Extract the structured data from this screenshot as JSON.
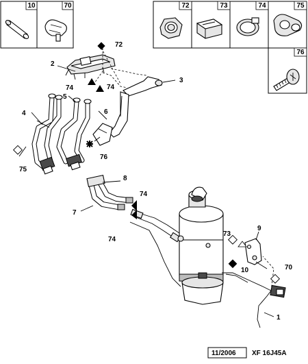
{
  "inset_boxes": {
    "left": [
      {
        "ref": "10",
        "icon": "sleeve-icon"
      },
      {
        "ref": "70",
        "icon": "clip-icon"
      }
    ],
    "right": [
      {
        "ref": "72",
        "icon": "nut-icon"
      },
      {
        "ref": "73",
        "icon": "block-icon"
      },
      {
        "ref": "74",
        "icon": "clamp-ring-icon"
      },
      {
        "ref": "75",
        "icon": "pipe-clip-icon"
      }
    ],
    "screw": {
      "ref": "76",
      "icon": "screw-icon"
    }
  },
  "callouts": {
    "c1": "1",
    "c2": "2",
    "c3": "3",
    "c4": "4",
    "c5": "5",
    "c6": "6",
    "c7": "7",
    "c8": "8",
    "c9": "9",
    "c70": "70",
    "c72": "72",
    "c73": "73",
    "c74a": "74",
    "c74b": "74",
    "c74c": "74",
    "c74d": "74",
    "c75": "75",
    "c76": "76"
  },
  "footer": {
    "date": "11/2006",
    "code": "XF 16J45A"
  },
  "colors": {
    "line": "#000000",
    "background": "#ffffff",
    "shade": "#bdbdbd"
  }
}
